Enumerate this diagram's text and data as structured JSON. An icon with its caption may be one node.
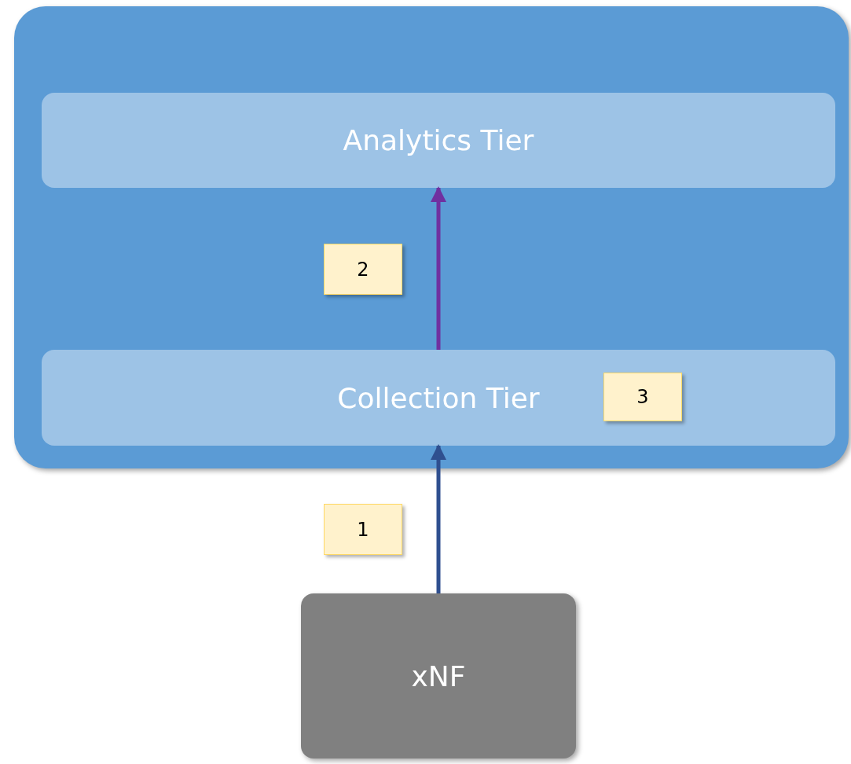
{
  "diagram": {
    "nodes": [
      {
        "text": [],
        "shape": "box"
      },
      {
        "text": [
          "Analytics Tier"
        ],
        "in": 0
      },
      {
        "text": [
          "Collection Tier"
        ],
        "in": 0
      },
      {
        "text": [
          "xNF"
        ]
      }
    ],
    "edges": [
      {
        "from": 3,
        "to": 2,
        "arrow": "to",
        "color": "#2f4f8f"
      },
      {
        "from": 2,
        "to": 1,
        "arrow": "to",
        "color": "#7030a0"
      }
    ],
    "labels": [
      "2",
      "3",
      "1"
    ]
  }
}
